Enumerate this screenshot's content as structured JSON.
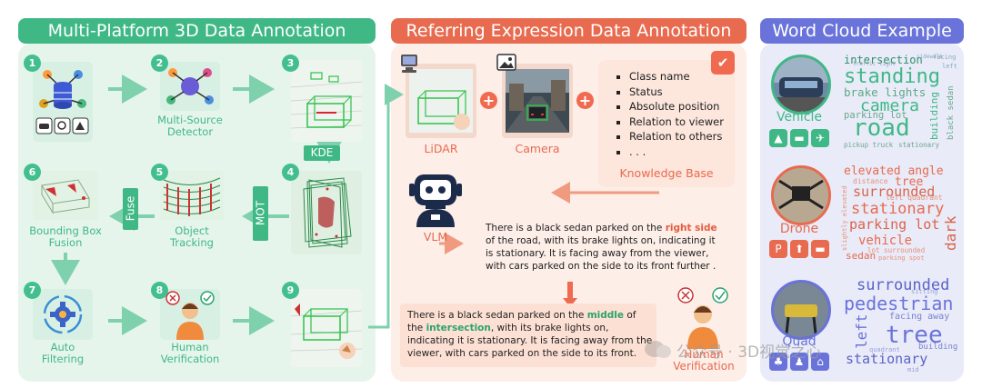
{
  "sections": {
    "left_title": "Multi-Platform 3D Data Annotation",
    "middle_title": "Referring Expression Data Annotation",
    "right_title": "Word Cloud Example"
  },
  "steps": [
    {
      "num": "1",
      "label": ""
    },
    {
      "num": "2",
      "label": "Multi-Source Detector"
    },
    {
      "num": "3",
      "label": ""
    },
    {
      "num": "4",
      "label": ""
    },
    {
      "num": "5",
      "label": "Object Tracking"
    },
    {
      "num": "6",
      "label": "Bounding Box Fusion"
    },
    {
      "num": "7",
      "label": "Auto Filtering"
    },
    {
      "num": "8",
      "label": "Human Verification"
    },
    {
      "num": "9",
      "label": ""
    }
  ],
  "tags": {
    "kde": "KDE",
    "mot": "MOT",
    "fuse": "Fuse"
  },
  "referring": {
    "lidar_label": "LiDAR",
    "camera_label": "Camera",
    "knowledge_items": [
      "Class name",
      "Status",
      "Absolute position",
      "Relation to viewer",
      "Relation to others",
      ". . ."
    ],
    "knowledge_label": "Knowledge Base",
    "vlm_label": "VLM",
    "desc1_pre": "There is a black sedan parked on the ",
    "desc1_hl": "right side",
    "desc1_post": " of the road, with its brake lights on, indicating it is stationary. It is facing away from the viewer, with cars parked on the side to its front further .",
    "desc2_pre": "There is a black sedan parked on the ",
    "desc2_hl1": "middle",
    "desc2_mid": " of the ",
    "desc2_hl2": "intersection",
    "desc2_post": ", with its brake lights on, indicating it is stationary. It is facing away from the viewer, with cars parked on the side to its front.",
    "human_label": "Human Verification"
  },
  "wordcloud": {
    "vehicle_label": "Vehicle",
    "drone_label": "Drone",
    "quad_label": "Quad",
    "vehicle_words": [
      "intersection",
      "standing",
      "brake lights",
      "camera",
      "road",
      "parking lot",
      "building",
      "black sedan",
      "pickup truck",
      "stationary",
      "traffic light",
      "facing",
      "left",
      "sidewalk"
    ],
    "drone_words": [
      "elevated angle",
      "distance",
      "tree",
      "surrounded",
      "stationary",
      "parking lot",
      "vehicle",
      "left quadrant",
      "sedan",
      "dark",
      "lot surrounded",
      "parking spot",
      "slightly elevated"
    ],
    "quad_words": [
      "surrounded",
      "pedestrian",
      "left",
      "facing away",
      "tree",
      "stationary",
      "building",
      "sitting",
      "quadrant",
      "mid"
    ]
  },
  "watermark": "公众号 · 3D视觉之心",
  "colors": {
    "green": "#3fb886",
    "orange": "#e86a4f",
    "blue": "#6a73d9",
    "light_green": "#e6f5ec",
    "light_orange": "#fdeee8",
    "light_blue": "#e9ebf8"
  }
}
